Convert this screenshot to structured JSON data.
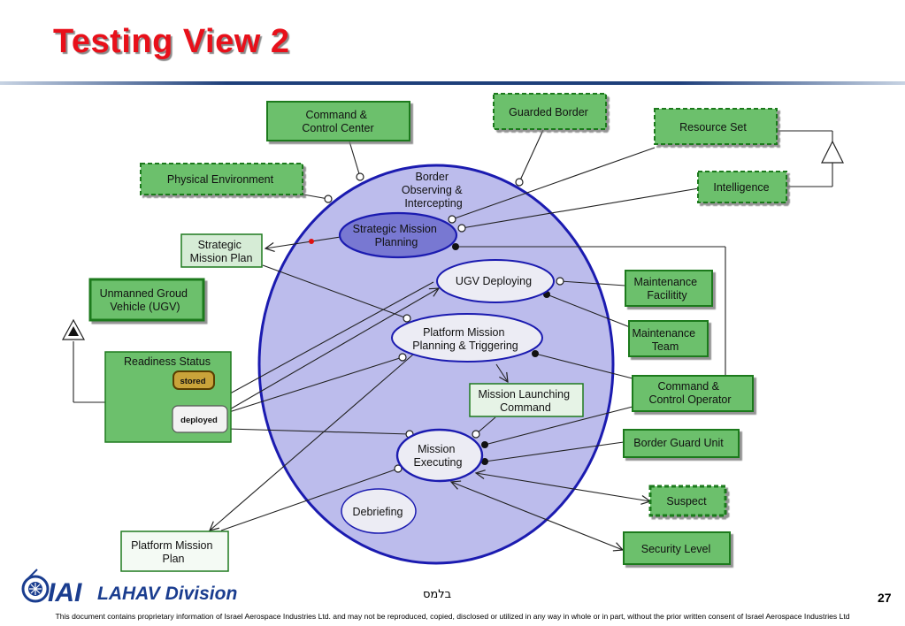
{
  "title": "Testing View 2",
  "footer": {
    "logo_text": "IAI",
    "division": "LAHAV Division",
    "hebrew": "בלמס",
    "page_number": "27",
    "disclaimer": "This document contains proprietary information of Israel Aerospace Industries Ltd. and may not be reproduced, copied, disclosed or utilized in any way in whole or in part, without the prior written consent of Israel Aerospace Industries Ltd"
  },
  "diagram": {
    "system": [
      "Border",
      "Observing &",
      "Intercepting"
    ],
    "processes": {
      "strategic_mission_planning": [
        "Strategic Mission",
        "Planning"
      ],
      "ugv_deploying": [
        "UGV Deploying"
      ],
      "platform_mission_planning": [
        "Platform Mission",
        "Planning & Triggering"
      ],
      "mission_executing": [
        "Mission",
        "Executing"
      ],
      "debriefing": [
        "Debriefing"
      ]
    },
    "objects": {
      "command_control_center": [
        "Command &",
        "Control Center"
      ],
      "guarded_border": [
        "Guarded Border"
      ],
      "resource_set": [
        "Resource Set"
      ],
      "physical_environment": [
        "Physical Environment"
      ],
      "intelligence": [
        "Intelligence"
      ],
      "strategic_mission_plan": [
        "Strategic",
        "Mission Plan"
      ],
      "ugv": [
        "Unmanned Groud",
        "Vehicle (UGV)"
      ],
      "maintenance_facility": [
        "Maintenance",
        "Facilitity"
      ],
      "maintenance_team": [
        "Maintenance",
        "Team"
      ],
      "readiness_status": [
        "Readiness Status"
      ],
      "mission_launching_command": [
        "Mission Launching",
        "Command"
      ],
      "command_control_operator": [
        "Command &",
        "Control Operator"
      ],
      "border_guard_unit": [
        "Border Guard Unit"
      ],
      "suspect": [
        "Suspect"
      ],
      "security_level": [
        "Security Level"
      ],
      "platform_mission_plan": [
        "Platform Mission",
        "Plan"
      ]
    },
    "states": {
      "stored": "stored",
      "deployed": "deployed"
    }
  },
  "colors": {
    "title_red": "#e8101a",
    "system_fill": "#bcbcec",
    "system_stroke": "#1b1bb0",
    "object_fill": "#6cc06c",
    "object_stroke": "#1e7a1e",
    "light_object_fill": "#d6ecd6",
    "process_fill": "#ececf4",
    "strategic_process_fill": "#7878d2"
  }
}
